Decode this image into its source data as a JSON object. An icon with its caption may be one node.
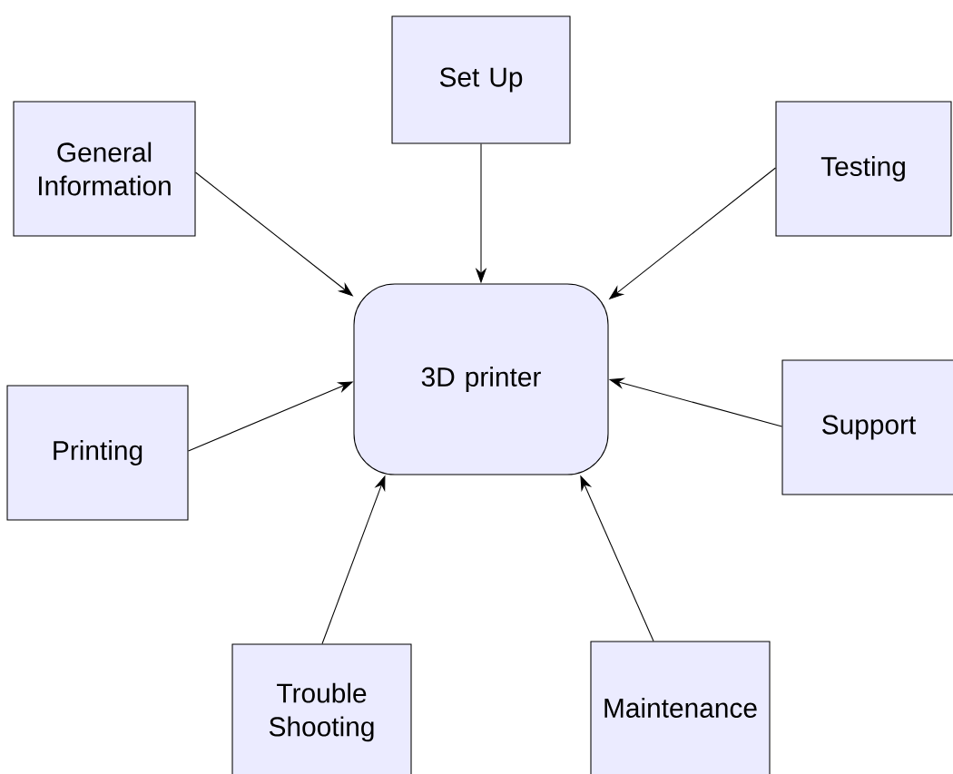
{
  "diagram": {
    "nodes": [
      {
        "text": [
          "Set Up"
        ]
      },
      {
        "text": [
          "General Information"
        ]
      },
      {
        "text": [
          "Testing"
        ]
      },
      {
        "text": [
          "3D printer"
        ]
      },
      {
        "text": [
          "Printing"
        ]
      },
      {
        "text": [
          "Support"
        ]
      },
      {
        "text": [
          "Trouble Shooting"
        ]
      },
      {
        "text": [
          "Maintenance"
        ]
      }
    ],
    "edges": [
      {
        "from": 0,
        "to": 3,
        "arrow": "to"
      },
      {
        "from": 1,
        "to": 3,
        "arrow": "to"
      },
      {
        "from": 2,
        "to": 3,
        "arrow": "to"
      },
      {
        "from": 4,
        "to": 3,
        "arrow": "to"
      },
      {
        "from": 5,
        "to": 3,
        "arrow": "to"
      },
      {
        "from": 6,
        "to": 3,
        "arrow": "to"
      },
      {
        "from": 7,
        "to": 3,
        "arrow": "to"
      }
    ]
  }
}
